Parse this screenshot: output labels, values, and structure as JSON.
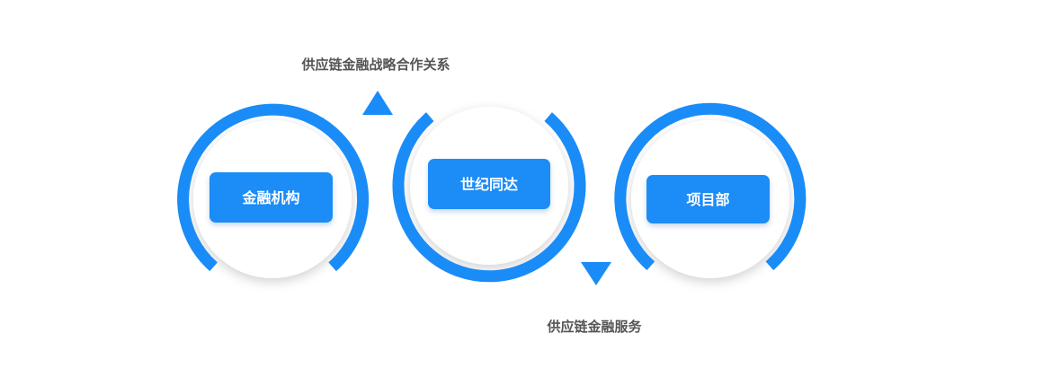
{
  "colors": {
    "accent": "#1a8cf7",
    "circle_fill": "#ffffff",
    "label_text": "#555555",
    "node_text": "#ffffff"
  },
  "nodes": [
    {
      "label": "金融机构"
    },
    {
      "label": "世纪同达"
    },
    {
      "label": "项目部"
    }
  ],
  "relations": [
    {
      "label": "供应链金融战略合作关系",
      "arrow": "up"
    },
    {
      "label": "供应链金融服务",
      "arrow": "down"
    }
  ]
}
